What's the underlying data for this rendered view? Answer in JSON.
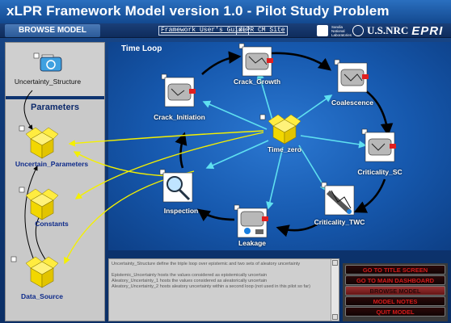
{
  "title": "xLPR Framework Model version 1.0 - Pilot Study Problem",
  "nav": {
    "browse_model": "BROWSE MODEL",
    "users_guide": "Framework User's Guide",
    "cm_site": "xLPR CM Site",
    "sandia": "Sandia National Laboratories",
    "nrc": "U.S.NRC",
    "epri": "EPRI"
  },
  "left": {
    "uncertainty_structure": "Uncertainty_Structure",
    "params_title": "Parameters",
    "uncertain_parameters": "Uncertain_Parameters",
    "constants": "Constants",
    "data_source": "Data_Source"
  },
  "canvas": {
    "title": "Time Loop",
    "nodes": {
      "crack_growth": "Crack_Growth",
      "coalescence": "Coalescence",
      "crack_initiation": "Crack_Initiation",
      "time_zero": "Time_zero",
      "criticality_sc": "Criticality_SC",
      "inspection": "Inspection",
      "leakage": "Leakage",
      "criticality_twc": "Criticality_TWC"
    }
  },
  "info": {
    "text": "Uncertainty_Structure define the triple loop over epistemic and two sets of aleatory uncertainty\n\nEpistemic_Uncertainty hosts the values considered as epistemically uncertain\nAleatory_Uncertainty_1 hosts the values considered as aleatorically uncertain\nAleatory_Uncertainty_2 hosts aleatory uncertainty within a second loop (not used in this pilot so far)"
  },
  "menu": {
    "go_title": "GO TO TITLE SCREEN",
    "go_dashboard": "GO TO MAIN DASHBOARD",
    "browse": "BROWSE MODEL",
    "notes": "MODEL NOTES",
    "quit": "QUIT MODEL"
  },
  "colors": {
    "cyan_link": "#5fe0f0",
    "yellow_link": "#f4f000",
    "black_link": "#000000",
    "menu_text": "#d41b1b"
  },
  "icons": [
    "uncertainty-structure-icon",
    "container-icon",
    "pipe-crack-icon",
    "magnifier-icon",
    "box-icon"
  ]
}
